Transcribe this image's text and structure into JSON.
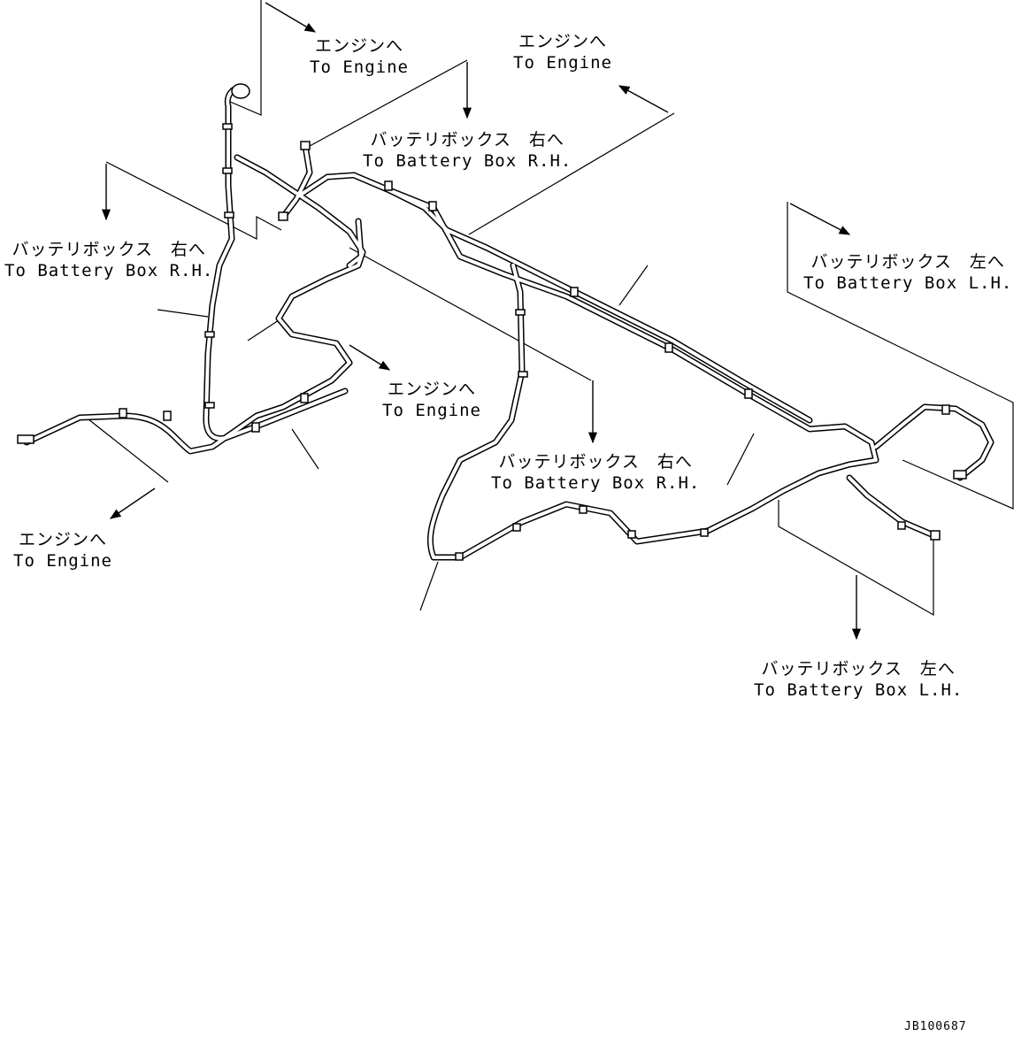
{
  "labels": {
    "engine_top_left": {
      "jp": "エンジンへ",
      "en": "To Engine"
    },
    "engine_top_center": {
      "jp": "エンジンへ",
      "en": "To Engine"
    },
    "battery_rh_top": {
      "jp": "バッテリボックス　右へ",
      "en": "To Battery Box R.H."
    },
    "battery_rh_left": {
      "jp": "バッテリボックス　右へ",
      "en": "To Battery Box R.H."
    },
    "battery_lh_right": {
      "jp": "バッテリボックス　左へ",
      "en": "To Battery Box L.H."
    },
    "engine_center": {
      "jp": "エンジンへ",
      "en": "To Engine"
    },
    "battery_rh_center": {
      "jp": "バッテリボックス　右へ",
      "en": "To Battery Box R.H."
    },
    "engine_bottom_left": {
      "jp": "エンジンへ",
      "en": "To Engine"
    },
    "battery_lh_bottom": {
      "jp": "バッテリボックス　左へ",
      "en": "To Battery Box L.H."
    }
  },
  "drawing_code": "JB100687"
}
